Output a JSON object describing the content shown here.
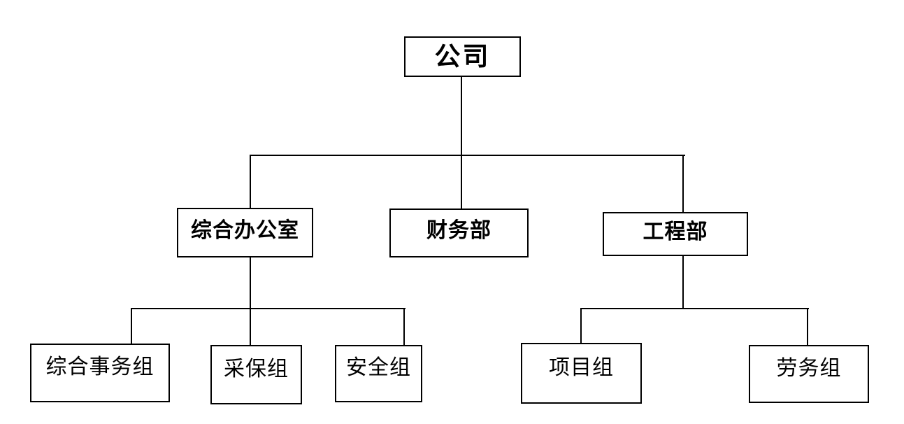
{
  "diagram": {
    "type": "org-chart",
    "background_color": "#ffffff",
    "line_color": "#000000",
    "nodes": {
      "company": {
        "label": "公司",
        "level": 1
      },
      "general_office": {
        "label": "综合办公室",
        "level": 2
      },
      "finance_dept": {
        "label": "财务部",
        "level": 2
      },
      "engineering_dept": {
        "label": "工程部",
        "level": 2
      },
      "general_affairs_group": {
        "label": "综合事务组",
        "level": 3
      },
      "procurement_group": {
        "label": "采保组",
        "level": 3
      },
      "safety_group": {
        "label": "安全组",
        "level": 3
      },
      "project_group": {
        "label": "项目组",
        "level": 3
      },
      "labor_group": {
        "label": "劳务组",
        "level": 3
      }
    },
    "hierarchy": [
      {
        "parent": "公司",
        "children": [
          "综合办公室",
          "财务部",
          "工程部"
        ]
      },
      {
        "parent": "综合办公室",
        "children": [
          "综合事务组",
          "采保组",
          "安全组"
        ]
      },
      {
        "parent": "工程部",
        "children": [
          "项目组",
          "劳务组"
        ]
      }
    ]
  }
}
